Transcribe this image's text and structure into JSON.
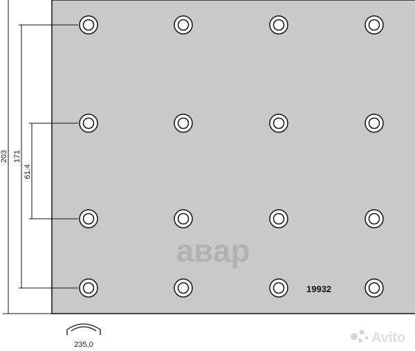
{
  "drawing": {
    "part_number": "19932",
    "hole_grid": {
      "rows": 4,
      "columns": 4
    },
    "dimensions": {
      "overall_height": "203",
      "outer_rivet_span": "171",
      "inner_rivet_span": "61.4",
      "width": "235,0"
    }
  },
  "watermarks": {
    "center_logo": "авар",
    "corner_logo": "Avito"
  },
  "colors": {
    "plate_fill": "#c9c9c9",
    "outline": "#111111",
    "watermark": "#9a9a9a"
  }
}
